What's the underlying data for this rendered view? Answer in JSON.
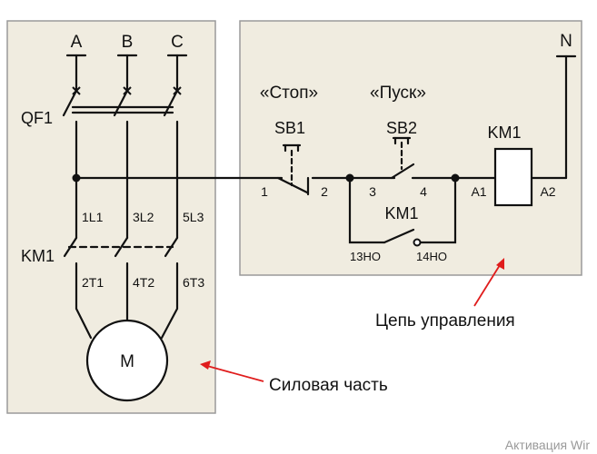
{
  "power_section": {
    "phases": [
      "A",
      "B",
      "C"
    ],
    "breaker_label": "QF1",
    "contactor_label": "KM1",
    "upper_terminals": [
      "1L1",
      "3L2",
      "5L3"
    ],
    "lower_terminals": [
      "2T1",
      "4T2",
      "6T3"
    ],
    "motor_label": "M",
    "caption": "Силовая часть"
  },
  "control_section": {
    "neutral_label": "N",
    "stop_caption": "«Стоп»",
    "start_caption": "«Пуск»",
    "stop_button": "SB1",
    "start_button": "SB2",
    "coil_label": "KM1",
    "aux_contact_label": "KM1",
    "aux_terminals": [
      "13НО",
      "14НО"
    ],
    "stop_terminals": [
      "1",
      "2"
    ],
    "start_terminals": [
      "3",
      "4"
    ],
    "coil_terminals": [
      "A1",
      "A2"
    ],
    "caption": "Цепь управления"
  },
  "colors": {
    "panel_fill": "#f0ece0",
    "panel_border": "#9a9a9a",
    "wire": "#111111",
    "arrow": "#e01c1c"
  },
  "watermark": "Активация Wir"
}
